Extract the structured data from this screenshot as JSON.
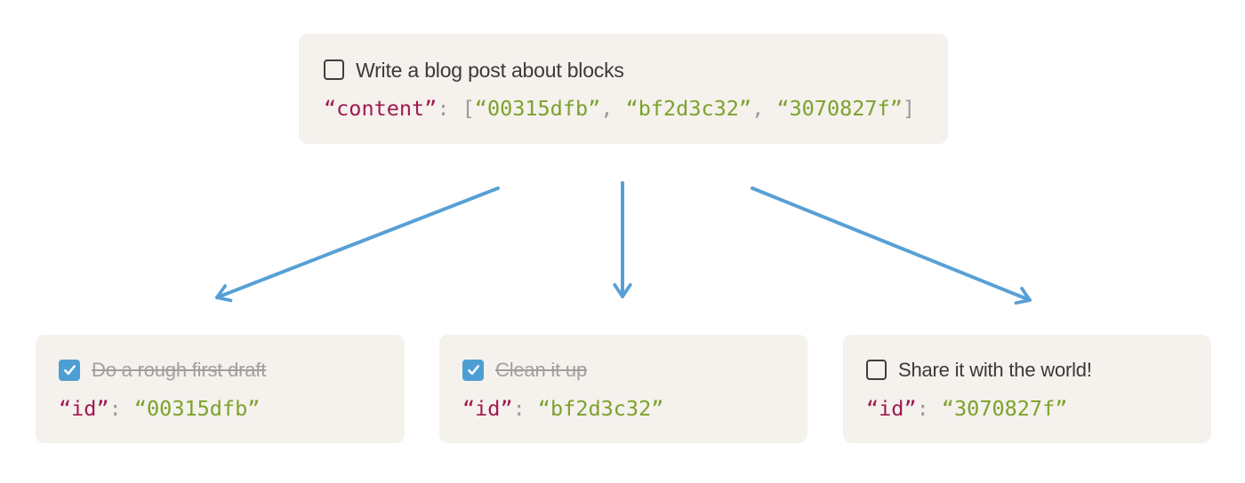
{
  "colors": {
    "page_bg": "#ffffff",
    "card_bg": "#f5f1ec",
    "text_dark": "#3c3a37",
    "text_done": "#a2a09c",
    "code_punct": "#9c9a96",
    "code_key": "#9e1a53",
    "code_string": "#7ca22d",
    "arrow": "#57a0d5",
    "checkbox_checked": "#4d9fd3",
    "checkbox_border": "#3f3d3a"
  },
  "parent_card": {
    "task": {
      "label": "Write a blog post about blocks",
      "checked": false
    },
    "code": {
      "key": "“content”",
      "colon_bracket": ": [",
      "items": [
        "“00315dfb”",
        "“bf2d3c32”",
        "“3070827f”"
      ],
      "comma": ", ",
      "close_bracket": "]"
    }
  },
  "child_cards": [
    {
      "task": {
        "label": "Do a rough first draft",
        "checked": true
      },
      "code": {
        "key": "“id”",
        "colon": ": ",
        "value": "“00315dfb”"
      }
    },
    {
      "task": {
        "label": "Clean it up",
        "checked": true
      },
      "code": {
        "key": "“id”",
        "colon": ": ",
        "value": "“bf2d3c32”"
      }
    },
    {
      "task": {
        "label": "Share it with the world!",
        "checked": false
      },
      "code": {
        "key": "“id”",
        "colon": ": ",
        "value": "“3070827f”"
      }
    }
  ]
}
